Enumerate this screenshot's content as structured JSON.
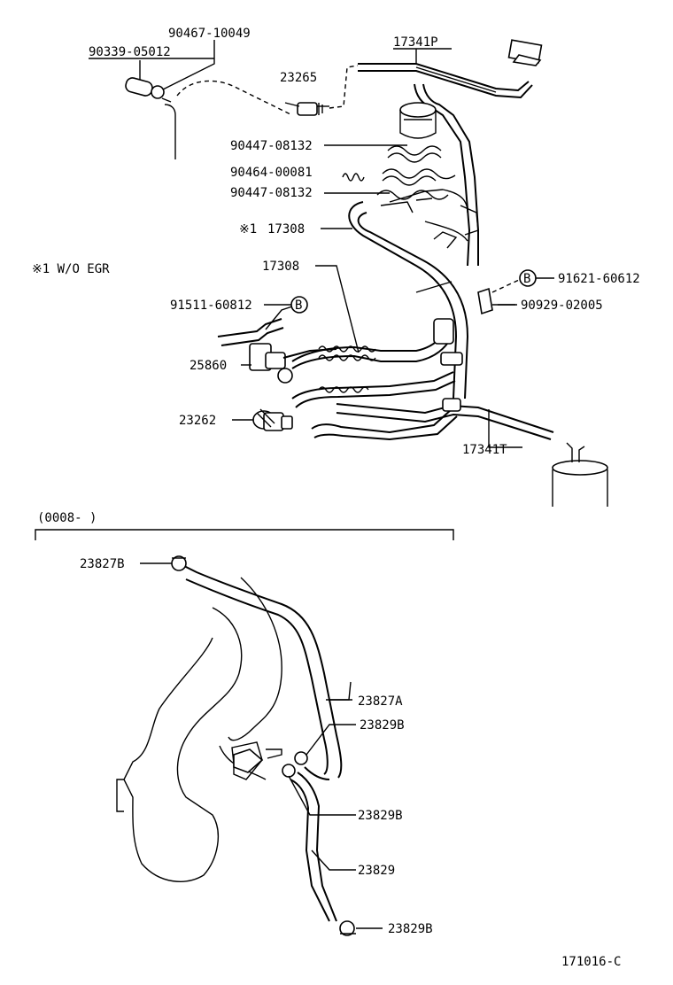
{
  "labels": {
    "p90467_10049": "90467-10049",
    "p90339_05012": "90339-05012",
    "p17341P": "17341P",
    "p23265": "23265",
    "p90447_08132_a": "90447-08132",
    "p90464_00081": "90464-00081",
    "p90447_08132_b": "90447-08132",
    "p17308_a_mark": "※1",
    "p17308_a": "17308",
    "note_wo_egr": "※1 W/O EGR",
    "p17308_b": "17308",
    "p91621_60612": "91621-60612",
    "p91511_60812": "91511-60812",
    "p90929_02005": "90929-02005",
    "p25860": "25860",
    "p23262": "23262",
    "p17341T": "17341T",
    "section_range": "(0008-        )",
    "p23827B": "23827B",
    "p23827A": "23827A",
    "p23829B_a": "23829B",
    "p23829B_b": "23829B",
    "p23829": "23829",
    "p23829B_c": "23829B",
    "ref_B1": "B",
    "ref_B2": "B",
    "figure_id": "171016-C"
  }
}
